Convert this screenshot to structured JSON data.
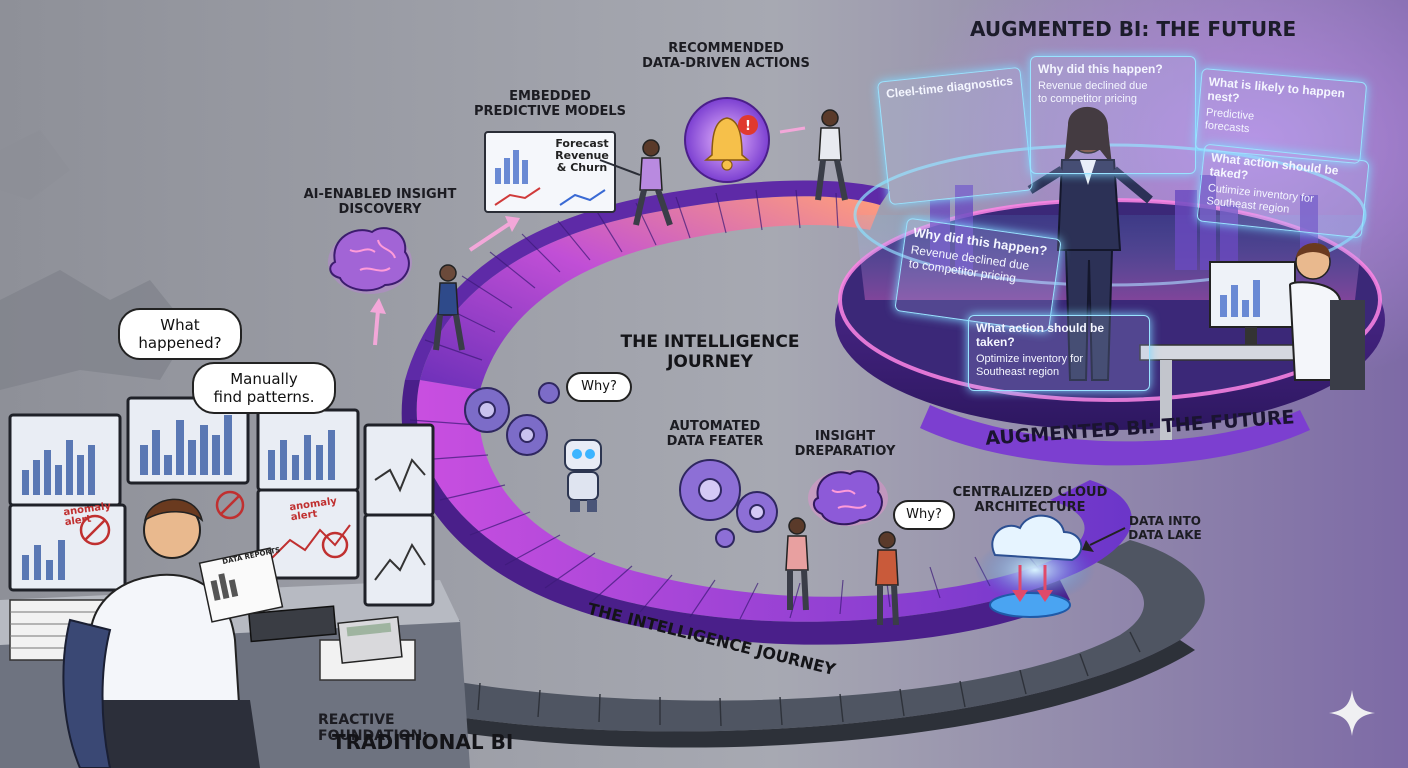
{
  "labels": {
    "augmented_top": "AUGMENTED BI: THE FUTURE",
    "augmented_ring": "AUGMENTED BI: THE FUTURE",
    "recommended": "RECOMMENDED\nDATA-DRIVEN ACTIONS",
    "embedded": "EMBEDDED\nPREDICTIVE MODELS",
    "ai_enabled": "AI-ENABLED INSIGHT\nDISCOVERY",
    "journey_center": "THE INTELLIGENCE\nJOURNEY",
    "journey_stair": "THE INTELLIGENCE JOURNEY",
    "automated": "AUTOMATED\nDATA FEATER",
    "insight": "INSIGHT\nDREPARATIOY",
    "cloud": "CENTRALIZED CLOUD\nARCHITECTURE",
    "data_lake": "DATA INTO\nDATA LAKE",
    "reactive": "REACTIVE FOUNDATION:",
    "traditional": "TRADITIONAL BI"
  },
  "bubbles": {
    "what_happened": "What\nhappened?",
    "manually": "Manually\nfind patterns.",
    "why_robot": "Why?",
    "why_person": "Why?"
  },
  "forecast_board": "Forecast\nRevenue\n& Churn",
  "anomaly_notes": [
    "anomaly\nalert",
    "anomaly\nalert"
  ],
  "report_doc": "DATA REPORTS",
  "holo_panels": {
    "diagnostics_title": "Cleel-time diagnostics",
    "why_top_q": "Why did this happen?",
    "why_top_a": "Revenue declined due\nto competitor pricing",
    "likely_q": "What is likely to happen nest?",
    "likely_a": "Predictive\nforecasts",
    "action_top_q": "What action should be taked?",
    "action_top_a": "Cutimize inventory for\nSoutheast region",
    "why_low_q": "Why did this happen?",
    "why_low_a": "Revenue declined due\nto competitor pricing",
    "action_low_q": "What action should be taken?",
    "action_low_a": "Optimize inventory for\nSoutheast region"
  },
  "colors": {
    "background": "#9a9da6",
    "stair_purple": "#8b3fd9",
    "stair_pink": "#e46fb4",
    "platform_glow": "#d77bff",
    "holo_cyan": "#9ae3ff",
    "alert_red": "#e0392f"
  },
  "icons": [
    "brain-icon",
    "bell-alert-icon",
    "gear-icon",
    "robot-icon",
    "cloud-icon",
    "sparkle-icon",
    "calculator-icon"
  ]
}
